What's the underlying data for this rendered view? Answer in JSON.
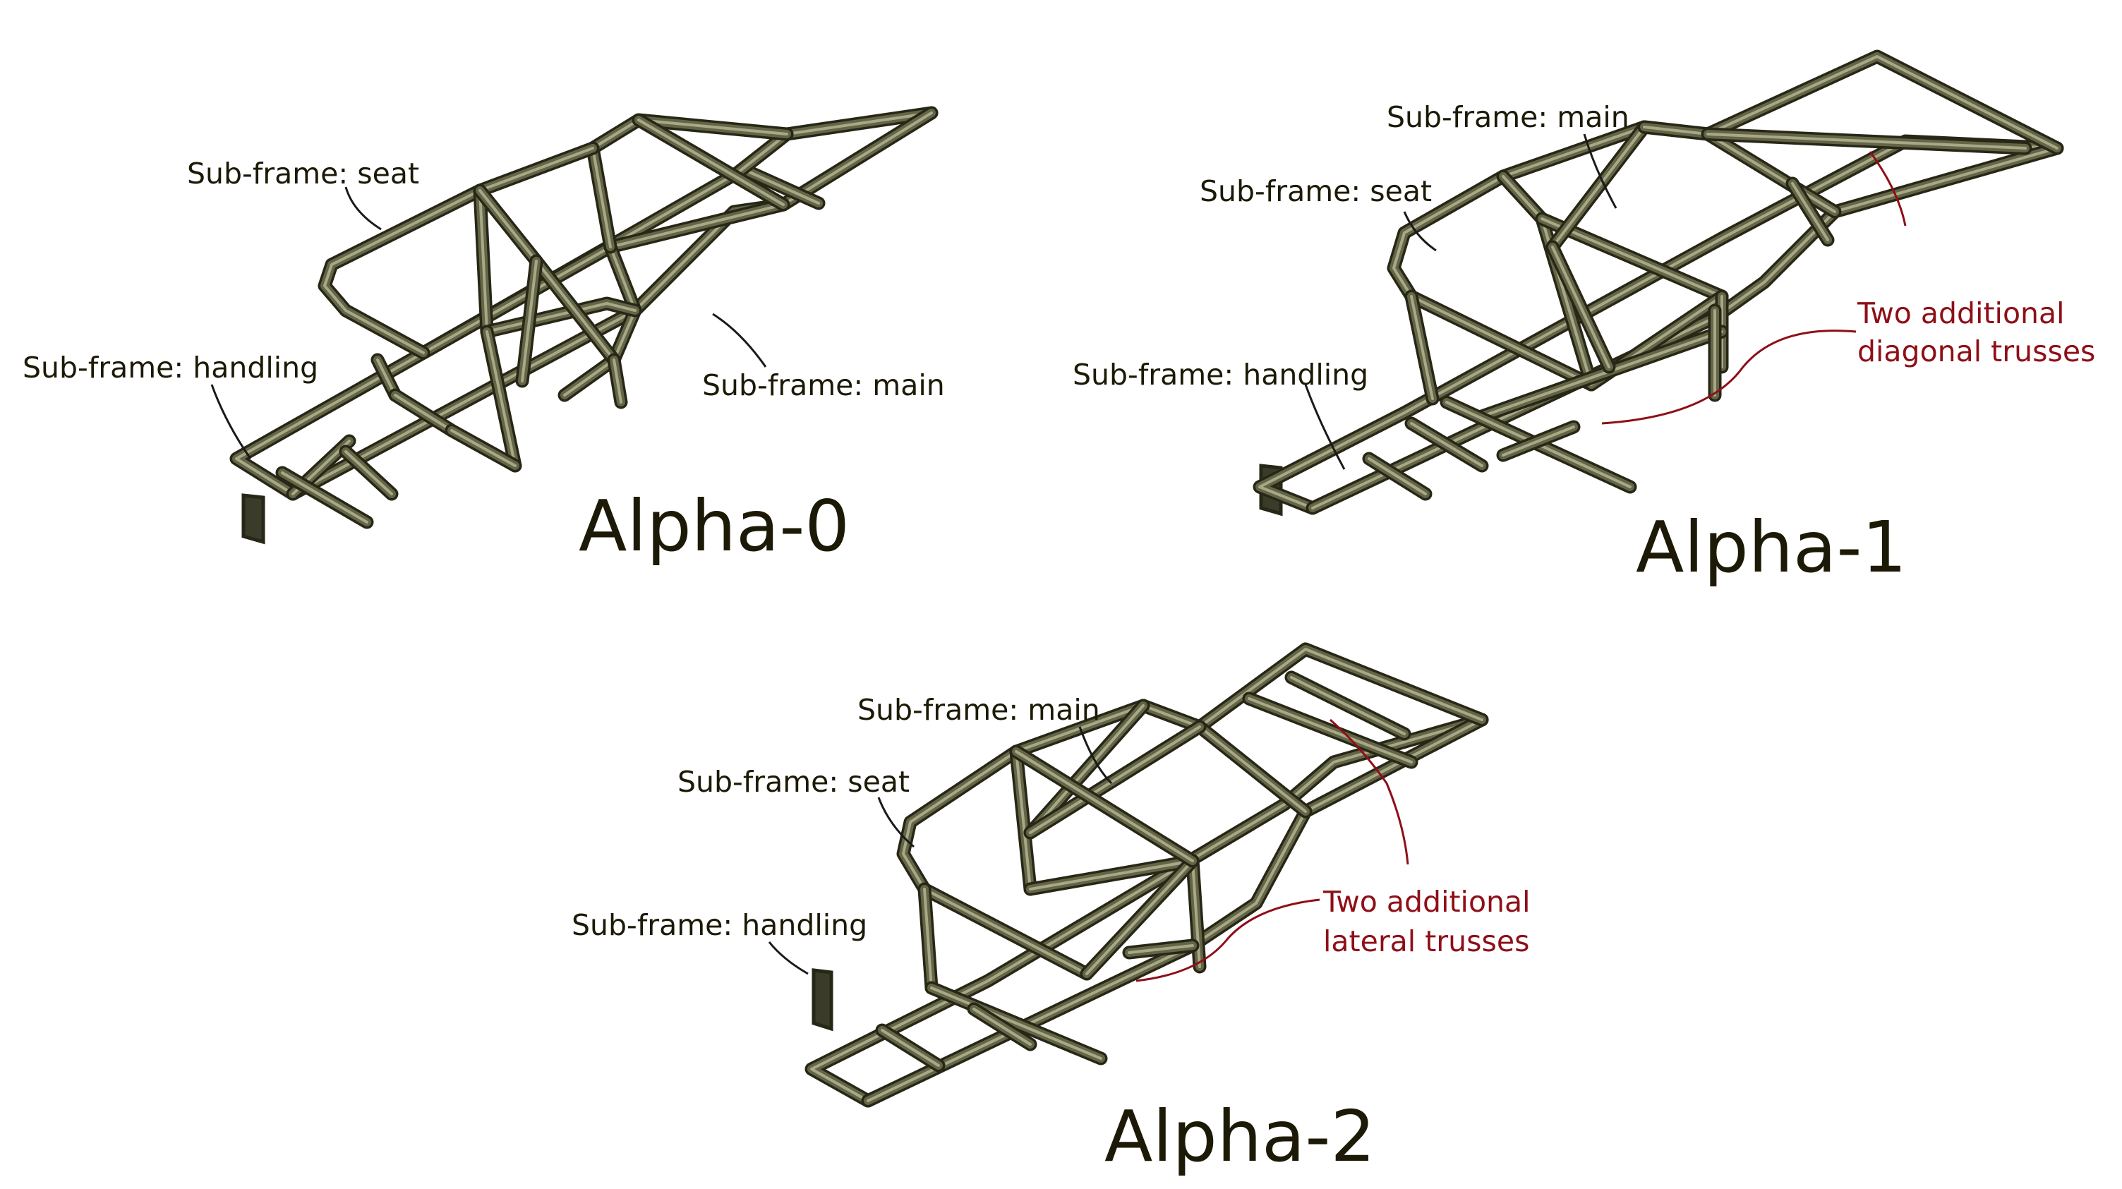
{
  "colors": {
    "tube_dark": "#262716",
    "tube_mid": "#646546",
    "tube_light": "#a6a888",
    "label": "#1c1a06",
    "highlight": "#8e0f17",
    "leader": "#1a1a1a",
    "background": "#ffffff"
  },
  "variants": [
    {
      "name": "Alpha-0",
      "labels": {
        "seat": "Sub-frame: seat",
        "handling": "Sub-frame: handling",
        "main": "Sub-frame: main"
      }
    },
    {
      "name": "Alpha-1",
      "labels": {
        "main": "Sub-frame: main",
        "seat": "Sub-frame: seat",
        "handling": "Sub-frame: handling"
      },
      "highlight": [
        "Two additional",
        "diagonal trusses"
      ]
    },
    {
      "name": "Alpha-2",
      "labels": {
        "main": "Sub-frame: main",
        "seat": "Sub-frame: seat",
        "handling": "Sub-frame: handling"
      },
      "highlight": [
        "Two additional",
        "lateral trusses"
      ]
    }
  ]
}
